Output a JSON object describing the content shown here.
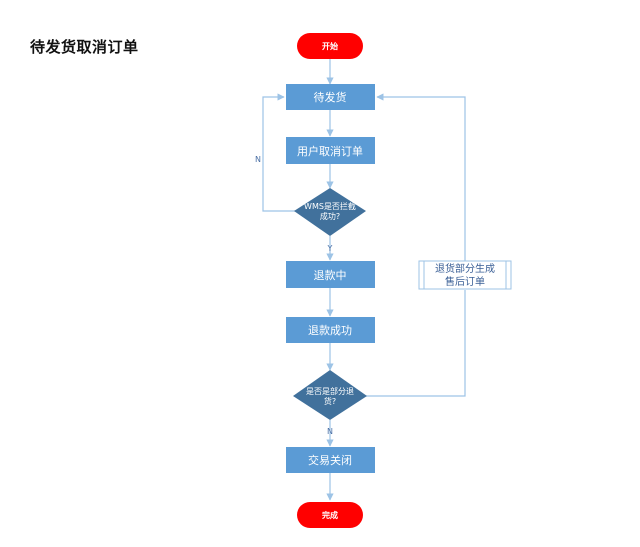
{
  "title": "待发货取消订单",
  "nodes": {
    "start": "开始",
    "pending": "待发货",
    "cancel": "用户取消订单",
    "wms_q1": "WMS是否拦截",
    "wms_q2": "成功?",
    "refunding": "退款中",
    "refund_ok": "退款成功",
    "partial_q1": "是否是部分退",
    "partial_q2": "货?",
    "closed": "交易关闭",
    "end": "完成",
    "note_1": "退货部分生成",
    "note_2": "售后订单"
  },
  "edges": {
    "no_1": "N",
    "yes_1": "Y",
    "no_2": "N"
  },
  "colors": {
    "terminal": "#ff0000",
    "process": "#5b9bd5",
    "decision": "#41719c",
    "line": "#9dc3e6",
    "note_border": "#9dc3e6"
  }
}
